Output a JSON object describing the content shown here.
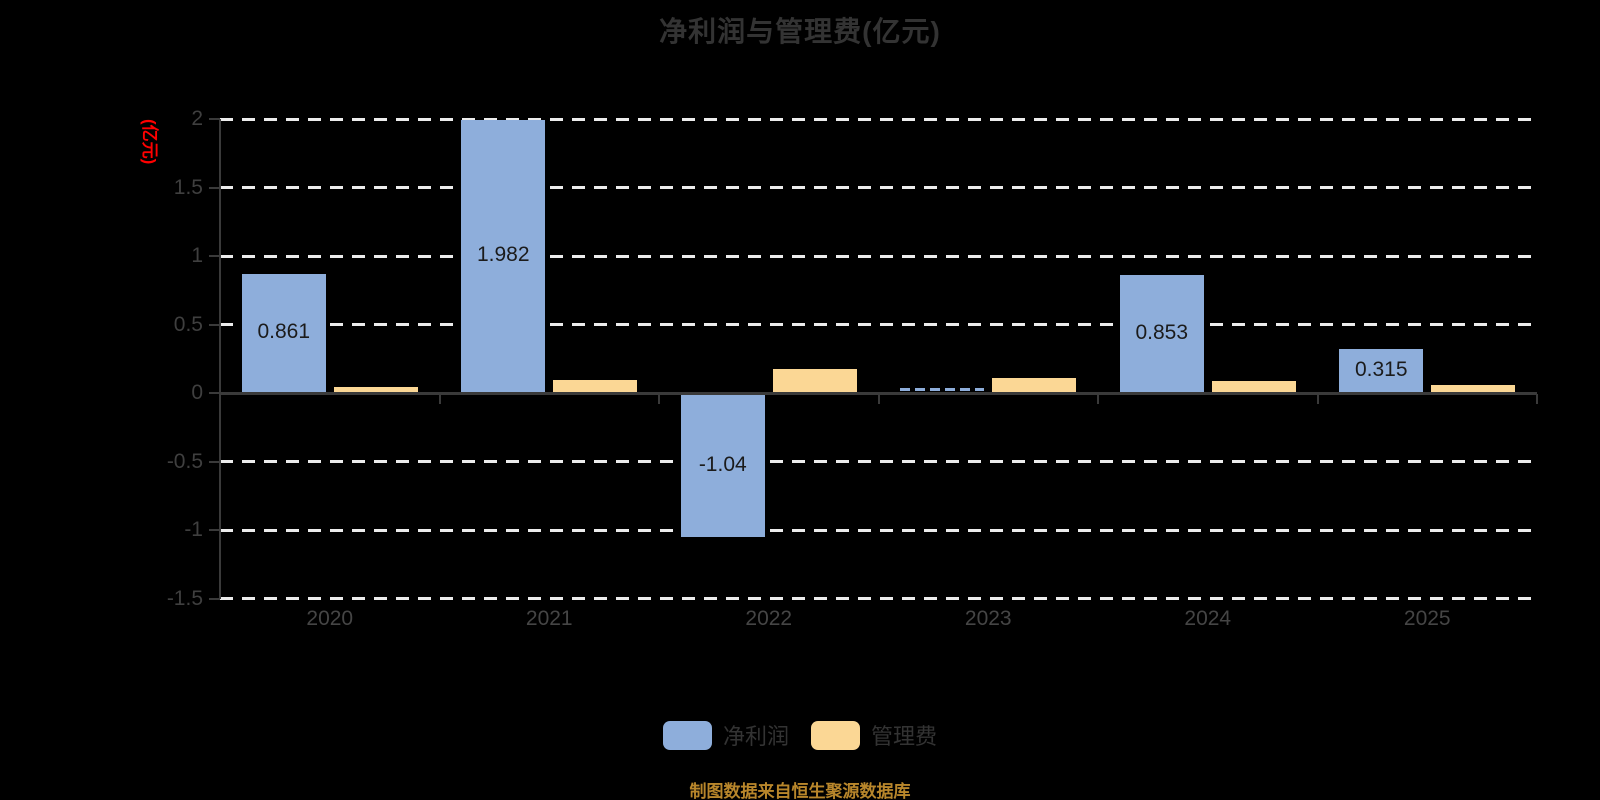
{
  "title": "净利润与管理费(亿元)",
  "y_axis_name": "(亿元)",
  "footer": "制图数据来自恒生聚源数据库",
  "colors": {
    "background": "#000000",
    "net_profit_bar": "#8EAEDB",
    "mgmt_fee_bar": "#FBD795",
    "gridline": "#ececec",
    "axis": "#3a3a3a",
    "title_text": "#333333",
    "tick_text": "#3f3f3f",
    "bar_label_text": "#1b1b1b",
    "y_axis_name_text": "#ff0000",
    "footer_text": "#b8862b"
  },
  "legend": {
    "items": [
      {
        "key": "net-profit",
        "label": "净利润",
        "color": "#8EAEDB"
      },
      {
        "key": "mgmt-fee",
        "label": "管理费",
        "color": "#FBD795"
      }
    ]
  },
  "chart_data": {
    "type": "bar",
    "title": "净利润与管理费(亿元)",
    "categories": [
      "2020",
      "2021",
      "2022",
      "2023",
      "2024",
      "2025"
    ],
    "series": [
      {
        "key": "net-profit",
        "name": "净利润",
        "color": "#8EAEDB",
        "values": [
          0.861,
          1.982,
          -1.04,
          0.005,
          0.853,
          0.315
        ],
        "data_labels": [
          "0.861",
          "1.982",
          "-1.04",
          "",
          "0.853",
          "0.315"
        ],
        "dashed_indices": [
          3
        ]
      },
      {
        "key": "mgmt-fee",
        "name": "管理费",
        "color": "#FBD795",
        "values": [
          0.04,
          0.09,
          0.17,
          0.1,
          0.08,
          0.05
        ],
        "data_labels": [
          "",
          "",
          "",
          "",
          "",
          ""
        ],
        "dashed_indices": []
      }
    ],
    "xlabel": "",
    "ylabel": "(亿元)",
    "ylim": [
      -1.5,
      2
    ],
    "yticks": [
      2,
      1.5,
      1,
      0.5,
      0,
      -0.5,
      -1,
      -1.5
    ],
    "grid": "horizontal-dashed-white",
    "legend_position": "bottom"
  }
}
